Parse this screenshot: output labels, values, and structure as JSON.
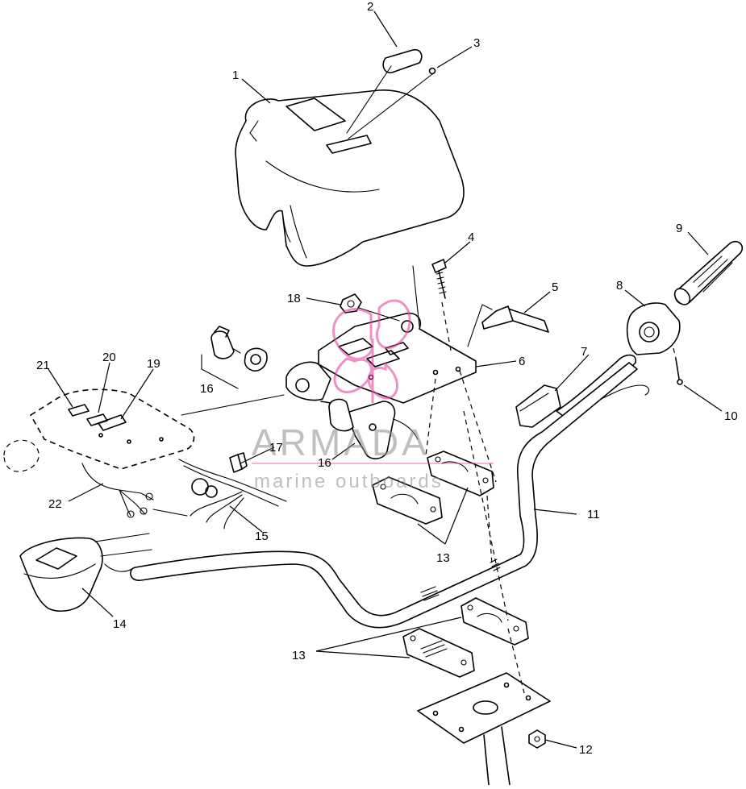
{
  "watermark": {
    "brand": "ARMADA",
    "tagline": "marine outboards",
    "logo_color": "#e24aa0"
  },
  "callouts": {
    "c1": "1",
    "c2": "2",
    "c3": "3",
    "c4": "4",
    "c5": "5",
    "c6": "6",
    "c7": "7",
    "c8": "8",
    "c9": "9",
    "c10": "10",
    "c11": "11",
    "c12": "12",
    "c13a": "13",
    "c13b": "13",
    "c14": "14",
    "c15": "15",
    "c16a": "16",
    "c16b": "16",
    "c17": "17",
    "c18": "18",
    "c19": "19",
    "c20": "20",
    "c21": "21",
    "c22": "22"
  }
}
